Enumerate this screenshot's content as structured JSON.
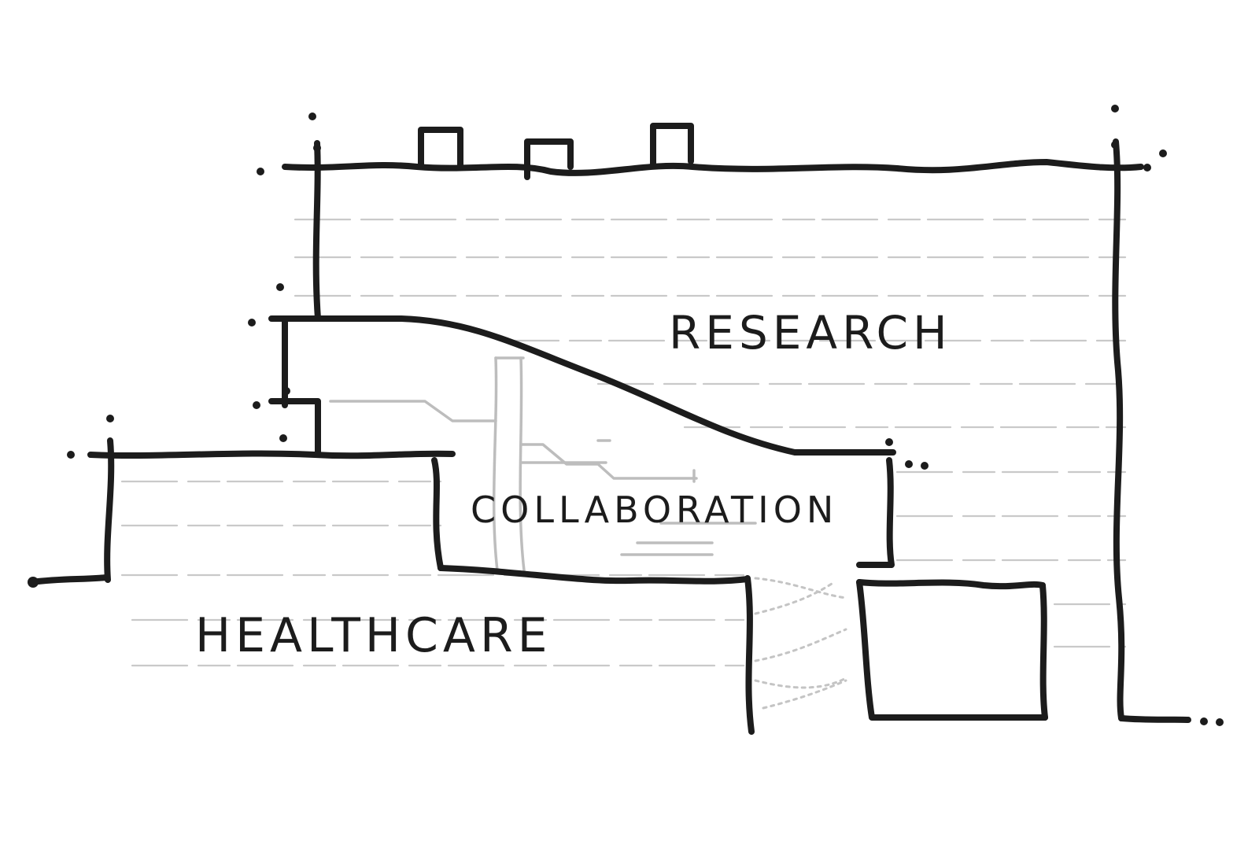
{
  "labels": {
    "research": "RESEARCH",
    "collaboration": "COLLABORATION",
    "healthcare": "HEALTHCARE"
  },
  "colors": {
    "ink": "#1c1c1c",
    "hatch": "#c9c9c9",
    "background": "#ffffff"
  }
}
